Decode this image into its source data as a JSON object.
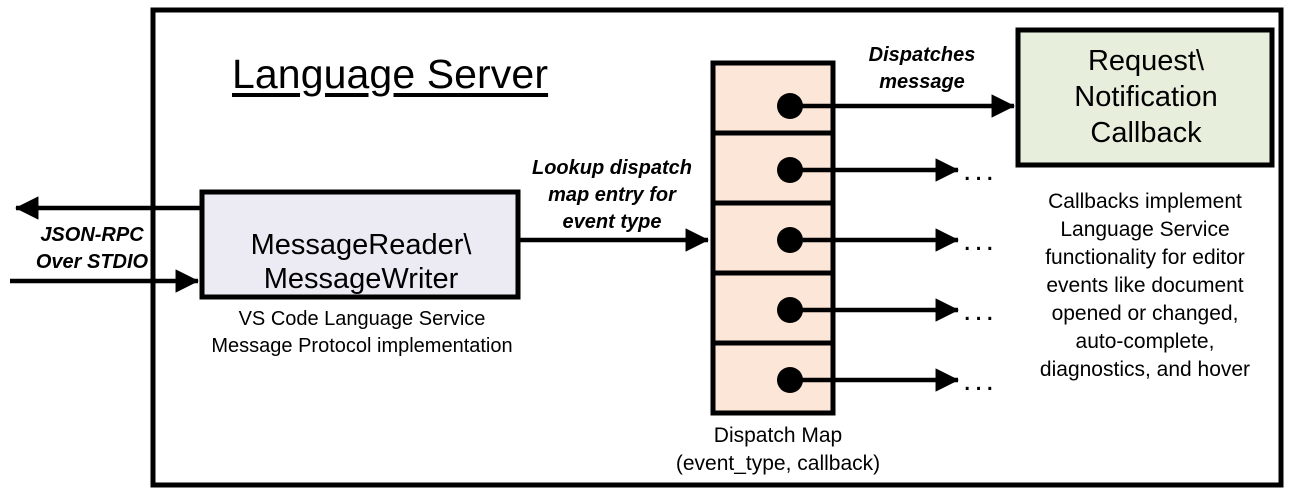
{
  "diagram": {
    "title": "Language Server",
    "frame": {
      "stroke": "#000000",
      "fill": "#ffffff"
    },
    "io_label": "JSON-RPC\nOver STDIO",
    "reader_box": {
      "label": "MessageReader\\\nMessageWriter",
      "fill": "#ECEAF3",
      "stroke": "#000000",
      "caption": "VS Code Language Service\nMessage Protocol implementation"
    },
    "lookup_label": "Lookup dispatch\nmap entry for\nevent type",
    "dispatch_map": {
      "caption": "Dispatch Map\n(event_type, callback)",
      "cell_fill": "#FCE6D8",
      "cell_stroke": "#000000",
      "cell_count": 5,
      "entries": [
        {
          "index": 1,
          "marker": "filled-dot",
          "target": "Request\\Notification Callback"
        },
        {
          "index": 2,
          "marker": "filled-dot",
          "target": "..."
        },
        {
          "index": 3,
          "marker": "filled-dot",
          "target": "..."
        },
        {
          "index": 4,
          "marker": "filled-dot",
          "target": "..."
        },
        {
          "index": 5,
          "marker": "filled-dot",
          "target": "..."
        }
      ],
      "ellipsis": "..."
    },
    "dispatch_label": "Dispatches\nmessage",
    "callback_box": {
      "label": "Request\\\nNotification\nCallback",
      "fill": "#E8EEDC",
      "stroke": "#000000"
    },
    "callback_description": "Callbacks implement\nLanguage Service\nfunctionality for editor\nevents like document\nopened or changed,\nauto-complete,\ndiagnostics, and hover"
  }
}
